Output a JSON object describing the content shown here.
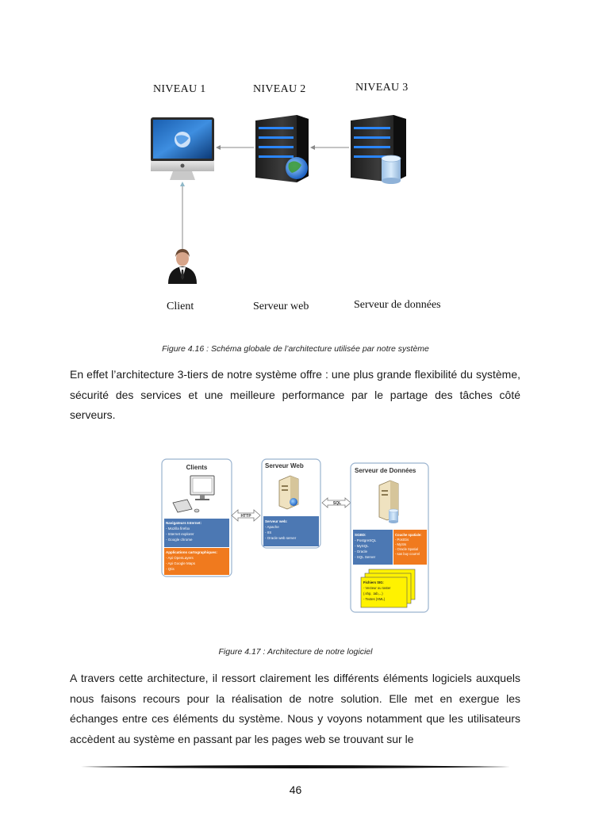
{
  "figure1": {
    "levels": [
      "NIVEAU  1",
      "NIVEAU  2",
      "NIVEAU  3"
    ],
    "labels": [
      "Client",
      "Serveur web",
      "Serveur de données"
    ],
    "caption": "Figure 4.16 : Schéma globale de l’architecture utilisée par notre système"
  },
  "paragraph1": "En effet l’architecture 3-tiers de notre système offre : une plus grande flexibilité du système, sécurité des services et une meilleure performance par le partage des tâches côté serveurs.",
  "figure2": {
    "clients_title": "Clients",
    "web_title": "Serveur Web",
    "data_title": "Serveur de Données",
    "clients_nav_heading": "Navigateurs Internet:",
    "clients_nav_items": [
      "- Mozilla firefox",
      "- Internet explorer",
      "- Google chrome"
    ],
    "clients_carto_heading": "Applications cartographiques:",
    "clients_carto_items": [
      "- Api OpenLayers",
      "- Api Google Maps",
      "- Qtis"
    ],
    "web_heading": "Serveur web:",
    "web_items": [
      "- Apache",
      "- IIS",
      "- Oracle web server"
    ],
    "sgbd_heading": "SGBD:",
    "sgbd_items": [
      "- PostgreSQL",
      "- MySQL",
      "- Oracle",
      "- SQL Server"
    ],
    "spatial_heading": "Couche spatiale:",
    "spatial_items": [
      "- PostGis",
      "- MySIs",
      "- Oracle Spatial",
      "- sas buy courrel"
    ],
    "files_heading": "Fichiers SIG:",
    "files_items": [
      "- Vecteur ou raster",
      "(.shp, .tab,...)",
      "- Textes (XML)"
    ],
    "http_label": "HTTP",
    "sql_label": "SQL",
    "caption": "Figure 4.17 : Architecture de notre logiciel"
  },
  "paragraph2": "A travers cette architecture, il ressort clairement les différents éléments logiciels auxquels nous faisons recours pour la réalisation de notre solution. Elle met en exergue les échanges entre ces éléments du système. Nous y voyons notamment que les utilisateurs accèdent au système en passant par les pages web se trouvant sur le",
  "page_number": "46"
}
